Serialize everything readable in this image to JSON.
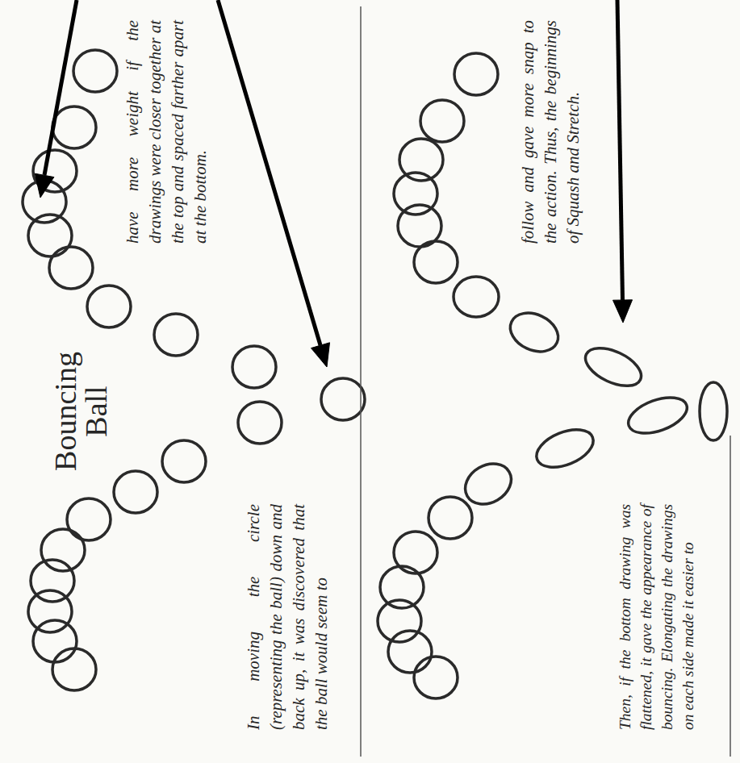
{
  "diagram": {
    "title": "Bouncing Ball",
    "labels": [
      "In moving the circle (representing the ball) down and back up, it was discovered that the ball would seem to",
      "have more weight if the drawings were closer together at the top and spaced farther apart at the bottom.",
      "Then, if the bottom drawing was flattened, it gave the appearance of bouncing. Elongating the drawings on each side made it easier to",
      "follow and gave more snap to the action. Thus, the beginnings of Squash and Stretch."
    ]
  }
}
